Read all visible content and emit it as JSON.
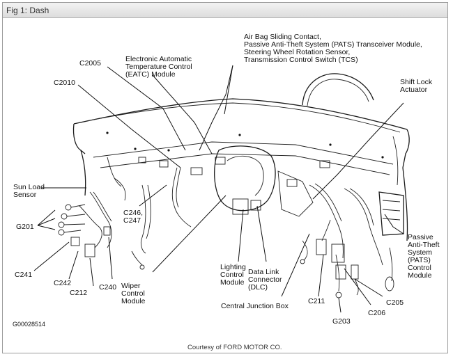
{
  "window": {
    "title": "Fig 1: Dash"
  },
  "labels": {
    "air_bag": [
      "Air Bag Sliding Contact,",
      "Passive Anti-Theft System (PATS) Transceiver Module,",
      "Steering Wheel Rotation Sensor,",
      "Transmission Control Switch (TCS)"
    ],
    "c2005": "C2005",
    "eatc": [
      "Electronic Automatic",
      "Temperature Control",
      "(EATC) Module"
    ],
    "c2010": "C2010",
    "shift_lock": [
      "Shift Lock",
      "Actuator"
    ],
    "sun_load": [
      "Sun Load",
      "Sensor"
    ],
    "g201": "G201",
    "c246": [
      "C246,",
      "C247"
    ],
    "c241": "C241",
    "c242": "C242",
    "c212": "C212",
    "c240": "C240",
    "wiper": [
      "Wiper",
      "Control",
      "Module"
    ],
    "lighting": [
      "Lighting",
      "Control",
      "Module"
    ],
    "dlc": [
      "Data Link",
      "Connector",
      "(DLC)"
    ],
    "pats": [
      "Passive",
      "Anti-Theft",
      "System",
      "(PATS)",
      "Control",
      "Module"
    ],
    "cjb": "Central Junction Box",
    "c211": "C211",
    "c205": "C205",
    "c206": "C206",
    "g203": "G203",
    "fig_id": "G00028514",
    "courtesy": "Courtesy of FORD MOTOR CO."
  }
}
